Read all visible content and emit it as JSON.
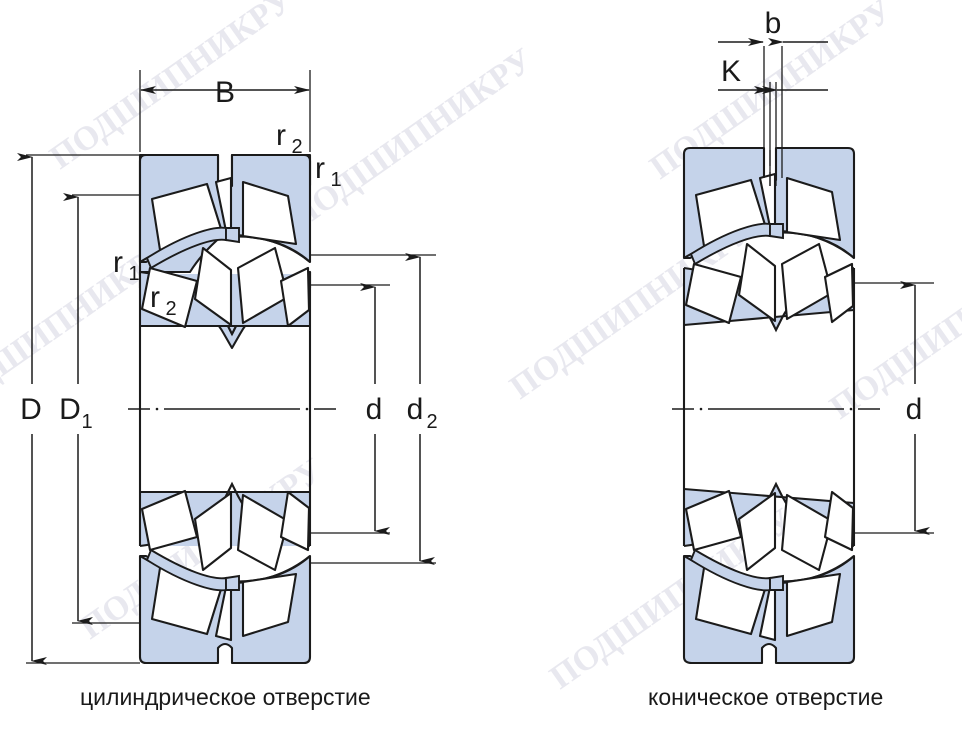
{
  "diagram": {
    "title": "Spherical roller bearing cross sections",
    "colors": {
      "fill_ring": "#c5d3ea",
      "fill_roller": "#ffffff",
      "outline": "#1b1b1b",
      "watermark": "#e9e9ef",
      "text": "#1a1a1a"
    },
    "watermark_text": "ПОДШИПНИКРУ"
  },
  "left_view": {
    "caption": "цилиндрическое отверстие",
    "labels": {
      "width": "B",
      "outer_dia": "D",
      "outer_raceway_dia": "D",
      "outer_raceway_sub": "1",
      "bore_dia": "d",
      "inner_raceway_dia": "d",
      "inner_raceway_sub": "2",
      "chamfer_small": "r",
      "chamfer_small_sub": "1",
      "chamfer_large": "r",
      "chamfer_large_sub": "2"
    }
  },
  "right_view": {
    "caption": "коническое отверстие",
    "labels": {
      "groove_width": "b",
      "groove_depth": "K",
      "bore_dia": "d"
    }
  }
}
